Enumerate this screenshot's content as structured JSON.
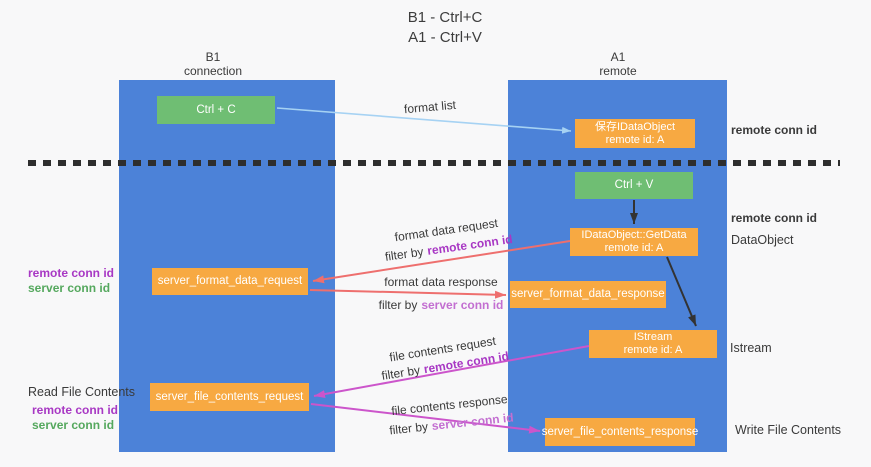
{
  "title": {
    "line1": "B1 - Ctrl+C",
    "line2": "A1 - Ctrl+V"
  },
  "lifelines": {
    "left": {
      "name": "B1",
      "role": "connection"
    },
    "right": {
      "name": "A1",
      "role": "remote"
    }
  },
  "nodes": {
    "ctrl_c": {
      "label": "Ctrl + C"
    },
    "ctrl_v": {
      "label": "Ctrl + V"
    },
    "save_dataobject": {
      "line1": "保存IDataObject",
      "line2": "remote id: A"
    },
    "getdata": {
      "line1": "IDataObject::GetData",
      "line2": "remote id: A"
    },
    "istream": {
      "line1": "IStream",
      "line2": "remote id: A"
    },
    "format_request": {
      "label": "server_format_data_request"
    },
    "format_response": {
      "label": "server_format_data_response"
    },
    "file_request": {
      "label": "server_file_contents_request"
    },
    "file_response": {
      "label": "server_file_contents_response"
    }
  },
  "edges": {
    "format_list": {
      "label": "format list"
    },
    "format_request": {
      "label": "format data request",
      "filter_prefix": "filter by",
      "filter_key": "remote conn id"
    },
    "format_response": {
      "label": "format data response",
      "filter_prefix": "filter by",
      "filter_key": "server conn id"
    },
    "file_request": {
      "label": "file contents request",
      "filter_prefix": "filter by",
      "filter_key": "remote conn id"
    },
    "file_response": {
      "label": "file contents response",
      "filter_prefix": "filter by",
      "filter_key": "server conn id"
    }
  },
  "annotations": {
    "left": {
      "format_remote": "remote conn id",
      "format_server": "server conn id",
      "read_title": "Read File Contents",
      "file_remote": "remote conn id",
      "file_server": "server conn id"
    },
    "right": {
      "top_remote": "remote conn id",
      "mid_remote": "remote conn id",
      "dataobject": "DataObject",
      "istream": "Istream",
      "write_title": "Write File Contents"
    }
  },
  "colors": {
    "lifeline_blue": "#4c82d8",
    "node_orange": "#f7a942",
    "node_green": "#6fbe73",
    "arrow_blue": "#a6d2f3",
    "arrow_black": "#333333",
    "arrow_salmon": "#ee6f6e",
    "arrow_magenta": "#cc55cb",
    "label_purple": "#a838c4",
    "label_purple_light": "#c36fd1",
    "label_green": "#55a85e"
  }
}
